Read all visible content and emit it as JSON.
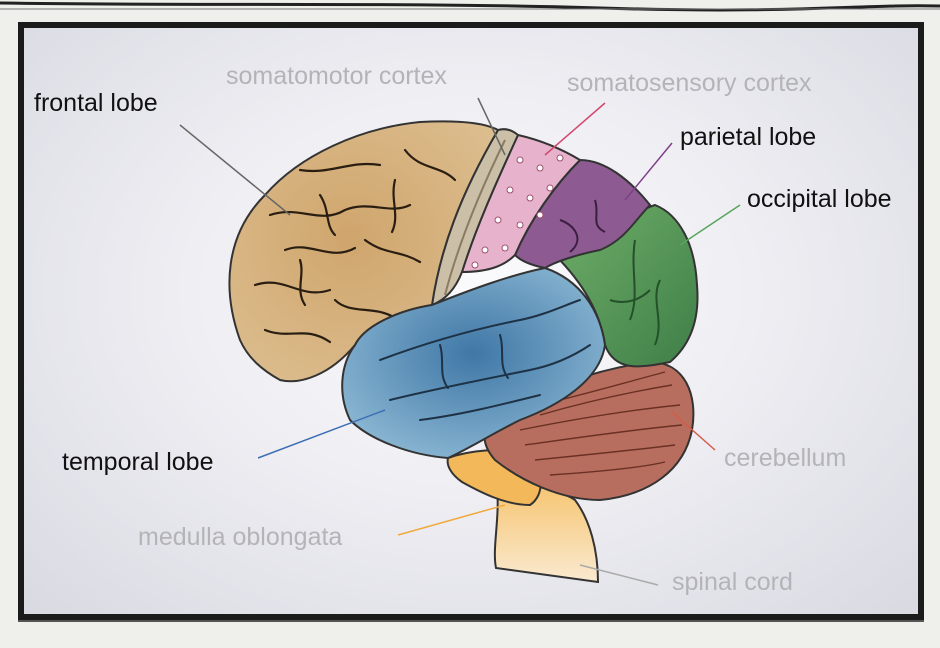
{
  "labels": {
    "frontal_lobe": "frontal lobe",
    "somatomotor_cortex": "somatomotor cortex",
    "somatosensory_cortex": "somatosensory cortex",
    "parietal_lobe": "parietal lobe",
    "occipital_lobe": "occipital lobe",
    "temporal_lobe": "temporal lobe",
    "cerebellum": "cerebellum",
    "medulla_oblongata": "medulla oblongata",
    "spinal_cord": "spinal cord"
  },
  "colors": {
    "frontal": "#d3b07f",
    "somatomotor": "#cbbfa8",
    "somatosensory": "#e7b3cc",
    "parietal": "#8d5a92",
    "occipital": "#5a9858",
    "temporal": "#6b9bbb",
    "cerebellum": "#b86e5e",
    "medulla": "#f2bd62",
    "spinal": "#f7e2b8",
    "leader_temporal": "#3d6fb4",
    "leader_somatosensory": "#d4476e",
    "leader_parietal": "#7e3f88",
    "leader_occipital": "#58a45c",
    "leader_cerebellum": "#d75a4a",
    "leader_medulla": "#f0a93c"
  }
}
